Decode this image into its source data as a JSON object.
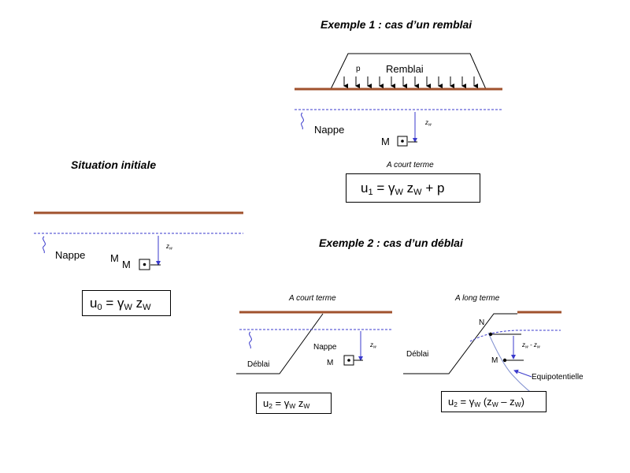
{
  "colors": {
    "ground": "#A0522D",
    "water": "#3a3acc",
    "potential": "#8090d0"
  },
  "ex1": {
    "title": "Exemple 1 : cas d’un remblai",
    "fill_label": "Remblai",
    "p_label": "p",
    "nappe": "Nappe",
    "point_m": "M",
    "zw": "z",
    "zw_sub": "w",
    "caption": "A court terme",
    "formula": {
      "u": "u",
      "u_sub": "1",
      "eq": " = ",
      "gamma": "γ",
      "gamma_sub": "W",
      "z": " z",
      "z_sub": "W",
      "tail": " + p"
    }
  },
  "initial": {
    "title": "Situation initiale",
    "nappe": "Nappe",
    "point_m1": "M",
    "point_m2": "M",
    "zw": "z",
    "zw_sub": "w",
    "formula": {
      "u": "u",
      "u_sub": "0",
      "eq": " = ",
      "gamma": "γ",
      "gamma_sub": "W",
      "z": " z",
      "z_sub": "W"
    }
  },
  "ex2": {
    "title": "Exemple 2 : cas d’un déblai",
    "short": {
      "caption": "A court terme",
      "nappe": "Nappe",
      "deblai": "Déblai",
      "point_m": "M",
      "zw": "z",
      "zw_sub": "w",
      "formula": {
        "u": "u",
        "u_sub": "2",
        "eq": " = ",
        "gamma": "γ",
        "gamma_sub": "W",
        "z": " z",
        "z_sub": "W"
      }
    },
    "long": {
      "caption": "A long terme",
      "deblai": "Déblai",
      "point_n": "N",
      "point_m": "M",
      "zdiff_a": "z",
      "zdiff_a_sub": "w",
      "zdiff_sep": " - ",
      "zdiff_b": "z",
      "zdiff_b_sub": "w",
      "equipotential": "Equipotentielle",
      "formula": {
        "u": "u",
        "u_sub": "2",
        "eq": " = ",
        "gamma": "γ",
        "gamma_sub": "W",
        "open": " (z",
        "z_sub": "W",
        "dash": " – z",
        "z2_sub": "W",
        "close": ")"
      }
    }
  }
}
